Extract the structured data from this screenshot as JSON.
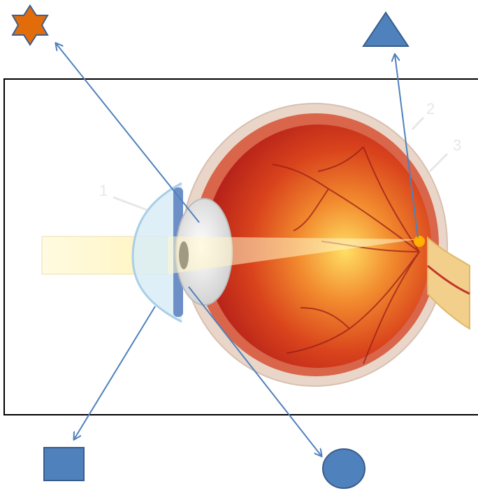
{
  "diagram": {
    "ray_labels": [
      "1",
      "2",
      "3"
    ],
    "markers": {
      "star": {
        "shape": "six-pointed-star",
        "color": "#E36C0A"
      },
      "triangle": {
        "shape": "triangle",
        "color": "#4F81BD"
      },
      "square": {
        "shape": "square",
        "color": "#4F81BD"
      },
      "circle": {
        "shape": "circle",
        "color": "#4F81BD"
      }
    },
    "arrow_color": "#4F81BD",
    "focus_point_color": "#FFB000"
  }
}
